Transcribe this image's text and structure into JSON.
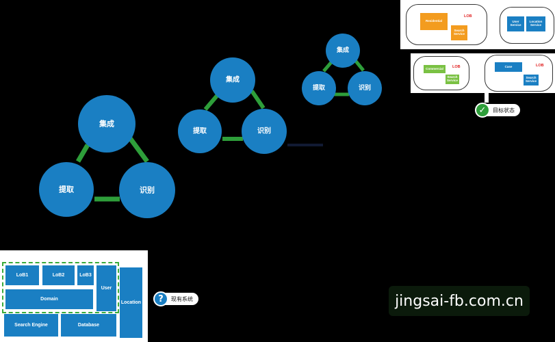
{
  "cycles": [
    {
      "labels": {
        "top": "集成",
        "left": "提取",
        "right": "识别"
      }
    },
    {
      "labels": {
        "top": "集成",
        "left": "提取",
        "right": "识别"
      }
    },
    {
      "labels": {
        "top": "集成",
        "left": "提取",
        "right": "识别"
      }
    }
  ],
  "legacy": {
    "blocks": {
      "lob1": "LoB1",
      "lob2": "LoB2",
      "lob3": "LoB3",
      "user": "User",
      "location": "Location",
      "domain": "Domain",
      "search_engine": "Search Engine",
      "database": "Database"
    },
    "status_label": "现有系统",
    "status_icon": "question-icon"
  },
  "target": {
    "cloud1": {
      "residential": "Residential",
      "search_service": "Search Service",
      "lob": "LOB"
    },
    "cloud2": {
      "user_service": "User Service",
      "location_service": "Location Service"
    },
    "cloud3": {
      "commercial": "Commercial",
      "search_service": "Search Service",
      "lob": "LOB"
    },
    "cloud4": {
      "case": "Case",
      "search_service": "Search Service",
      "lob": "LOB"
    },
    "status_label": "目标状态",
    "status_icon": "check-icon"
  },
  "watermark": "jingsai-fb.com.cn",
  "colors": {
    "circle": "#1a7fc3",
    "arrow": "#2e9e3a",
    "orange": "#f39c1f",
    "green": "#7ac143",
    "blue": "#1a7fc3",
    "lob_red": "#e02020"
  }
}
